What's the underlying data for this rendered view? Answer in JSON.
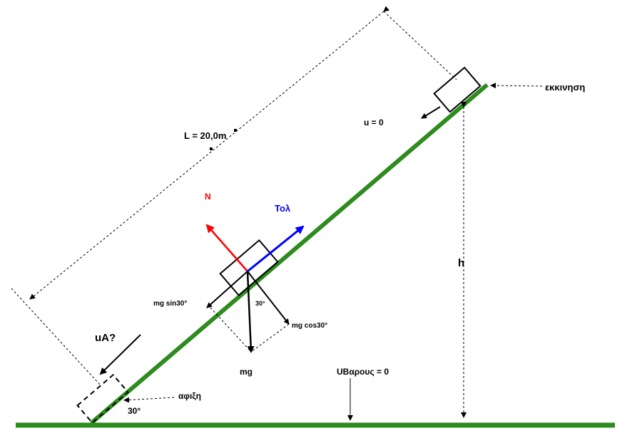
{
  "labels": {
    "length": "L = 20,0m",
    "start": "εκκινηση",
    "initial_velocity": "u = 0",
    "normal": "N",
    "friction": "Τολ",
    "height": "h",
    "weight_parallel": "mg sin30°",
    "weight_perpendicular": "mg cos30°",
    "inner_angle": "30°",
    "weight": "mg",
    "final_velocity": "uA?",
    "potential_zero": "UΒαρους = 0",
    "arrival": "αφιξη",
    "incline_angle": "30°"
  },
  "colors": {
    "ground": "#2e8b1e",
    "normal_force": "#ff0000",
    "friction_force": "#0000ff",
    "ink": "#000000"
  }
}
